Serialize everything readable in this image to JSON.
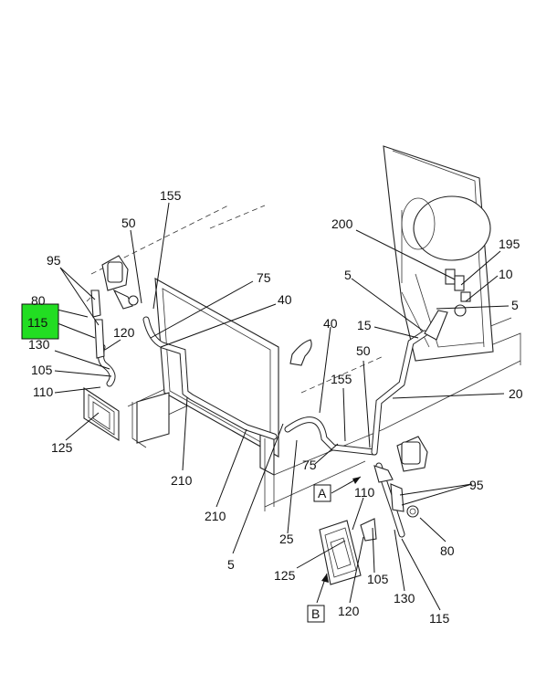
{
  "highlight_color": "#22dd22",
  "labels": {
    "l155a": "155",
    "l50a": "50",
    "l95a": "95",
    "l80a": "80",
    "l115a": "115",
    "l120a": "120",
    "l130a": "130",
    "l105a": "105",
    "l110a": "110",
    "l125a": "125",
    "l75a": "75",
    "l40a": "40",
    "l210a": "210",
    "l210b": "210",
    "l5a": "5",
    "l25": "25",
    "l40b": "40",
    "l50b": "50",
    "l155b": "155",
    "l75b": "75",
    "l200": "200",
    "l195": "195",
    "l10": "10",
    "l5b": "5",
    "l5c": "5",
    "l15": "15",
    "l20": "20",
    "l95b": "95",
    "l80b": "80",
    "l110b": "110",
    "l125b": "125",
    "l105b": "105",
    "l120b": "120",
    "l130b": "130",
    "l115b": "115",
    "boxA": "A",
    "boxB": "B"
  }
}
